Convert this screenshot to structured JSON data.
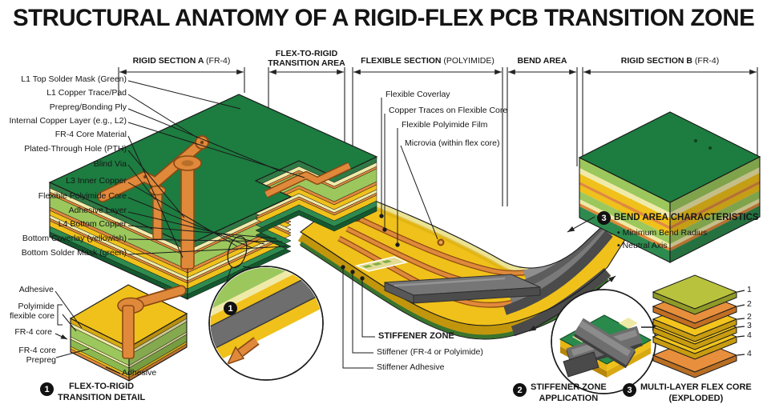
{
  "title": "STRUCTURAL ANATOMY OF A RIGID-FLEX PCB TRANSITION ZONE",
  "sections": {
    "rigid_a": {
      "name": "RIGID SECTION A",
      "qualifier": "(FR-4)"
    },
    "transition": {
      "line1": "FLEX-TO-RIGID",
      "line2": "TRANSITION AREA"
    },
    "flexible": {
      "name": "FLEXIBLE SECTION",
      "qualifier": "(POLYIMIDE)"
    },
    "bend": {
      "name": "BEND AREA"
    },
    "rigid_b": {
      "name": "RIGID SECTION B",
      "qualifier": "(FR-4)"
    }
  },
  "layer_labels": [
    "L1 Top Solder Mask (Green)",
    "L1 Copper Trace/Pad",
    "Prepreg/Bonding Ply",
    "Internal Copper Layer (e.g., L2)",
    "FR-4 Core Material",
    "Plated-Through Hole (PTH)",
    "Blind Via",
    "L3 Inner Copper",
    "Flexible Polyimide Core",
    "Adhesive Layer",
    "L4 Bottom Copper",
    "Bottom Coverlay (yellowish)",
    "Bottom Solder Mask (green)"
  ],
  "flex_labels": [
    "Flexible Coverlay",
    "Copper Traces on Flexible Core",
    "Flexible Polyimide Film",
    "Microvia (within flex core)"
  ],
  "bend_callout": {
    "number": "3",
    "title": "BEND AREA CHARACTERISTICS",
    "bullets": [
      "Minimum Bend Radius",
      "Neutral Axis"
    ]
  },
  "stiffener": {
    "title": "STIFFENER ZONE",
    "items": [
      "Stiffener (FR-4 or Polyimide)",
      "Stiffener Adhesive"
    ]
  },
  "magnifier": {
    "number": "1"
  },
  "inset_transition": {
    "number": "1",
    "caption_line1": "FLEX-TO-RIGID",
    "caption_line2": "TRANSITION DETAIL",
    "labels": {
      "adhesive_top": "Adhesive",
      "polyimide": "Polyimide flexible core",
      "fr4_core": "FR-4 core",
      "fr4_prepreg": "FR-4 core Prepreg",
      "adhesive_bottom": "Adhesive"
    }
  },
  "inset_stiffener": {
    "number": "2",
    "caption_line1": "STIFFENER ZONE",
    "caption_line2": "APPLICATION"
  },
  "inset_multilayer": {
    "number": "3",
    "caption_line1": "MULTI-LAYER FLEX CORE",
    "caption_line2": "(EXPLODED)",
    "layer_ticks": [
      "1",
      "2",
      "2",
      "3",
      "4",
      "4"
    ]
  },
  "colors": {
    "pcb_green": "#1d7c40",
    "fr4_green": "#9cc75c",
    "prepreg_cream": "#efeaa8",
    "flex_gold": "#f0c11a",
    "copper_orange": "#e0893b",
    "stiffener_gray": "#6e6e6e",
    "ink": "#1a1a1a"
  }
}
